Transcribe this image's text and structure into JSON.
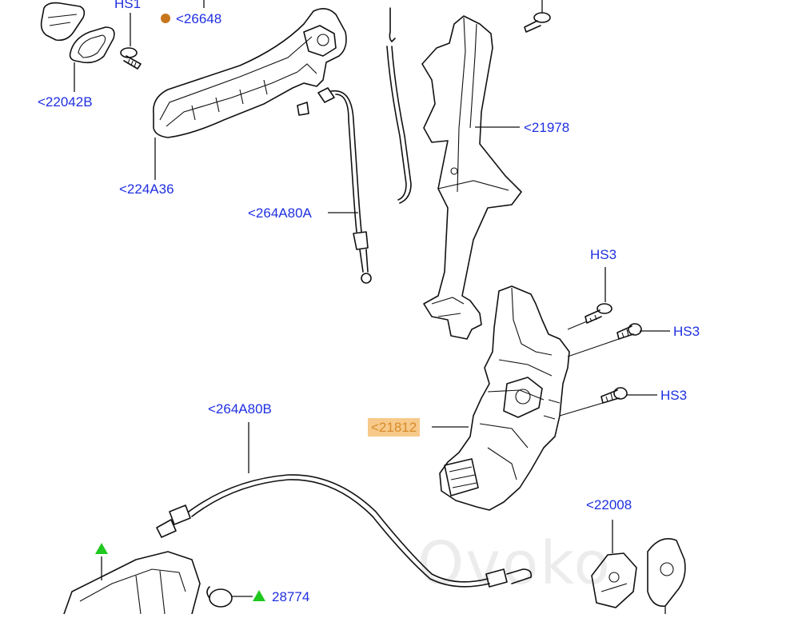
{
  "labels": {
    "hs1": "HS1",
    "p26648": "<26648",
    "p22042b": "<22042B",
    "p224a36": "<224A36",
    "p264a80a": "<264A80A",
    "p21978": "<21978",
    "hs3_top": "HS3",
    "hs3_mid": "HS3",
    "hs3_low": "HS3",
    "p21812": "<21812",
    "p264a80b": "<264A80B",
    "p22008": "<22008",
    "p28774": "28774"
  },
  "watermark": "Ovoko",
  "colors": {
    "label": "#1f2fe0",
    "highlight_bg": "#f7c98a",
    "highlight_text": "#d88c2a",
    "dot": "#c8761e",
    "triangle": "#1ec81e",
    "line": "#111111"
  },
  "icons": [
    "screw-icon",
    "triangle-marker-icon",
    "dot-marker-icon"
  ]
}
